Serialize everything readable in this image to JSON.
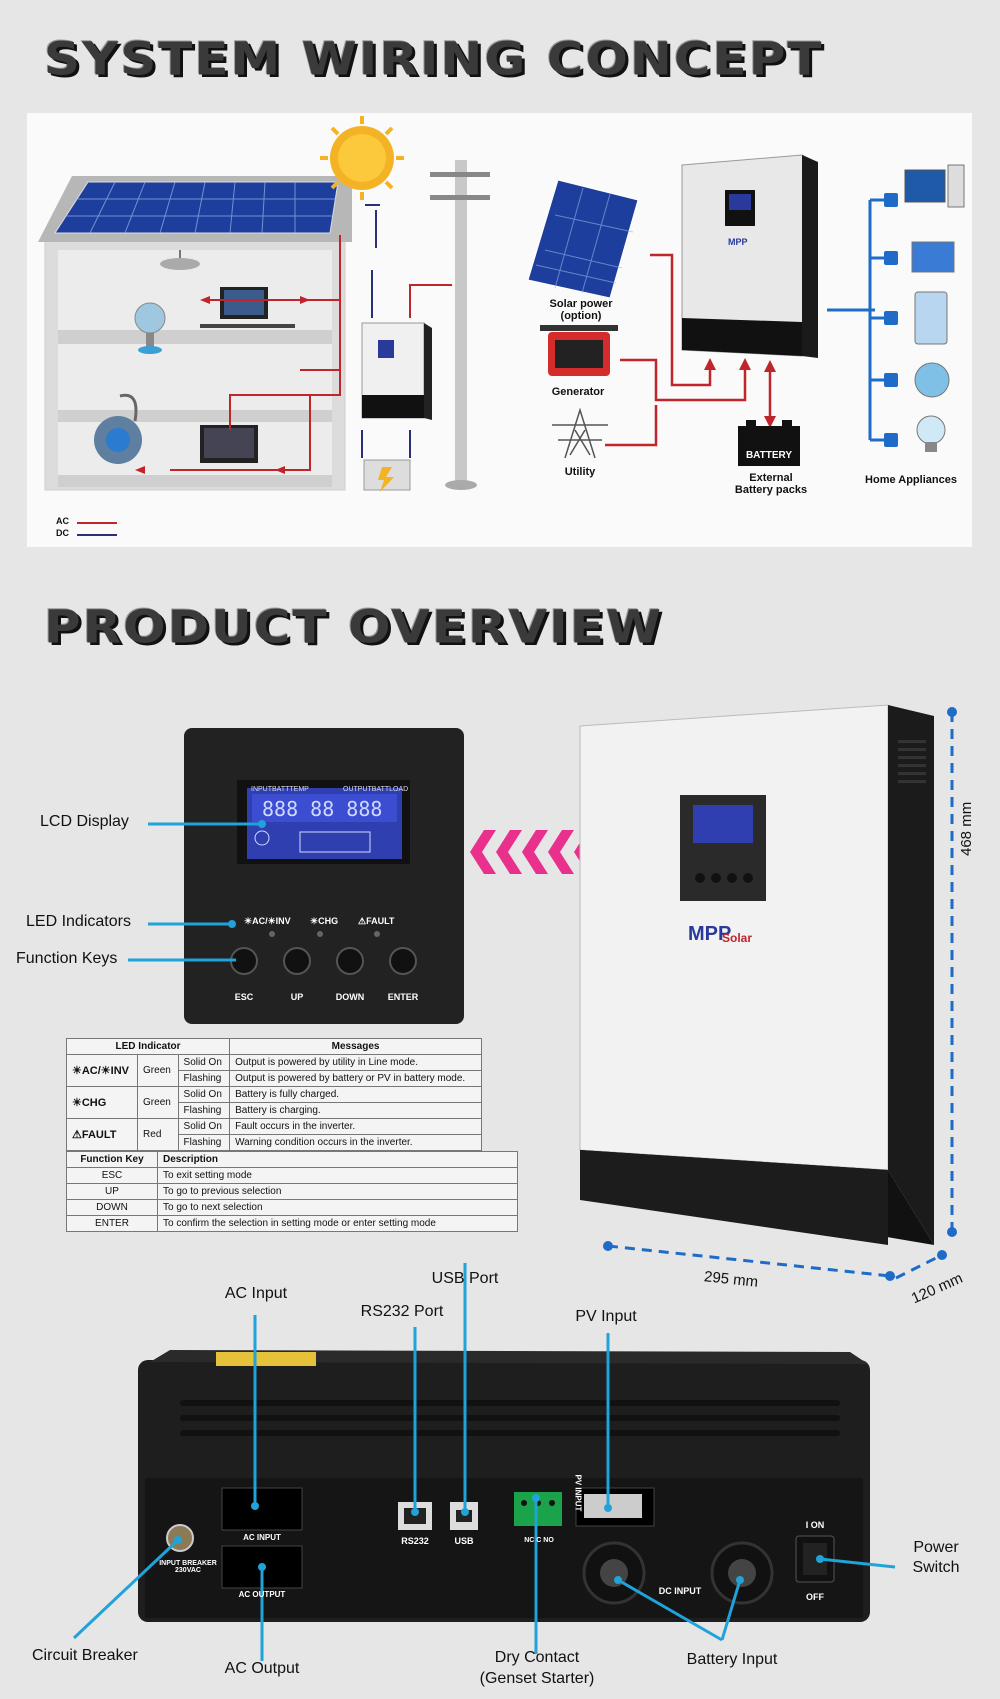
{
  "headings": {
    "system_wiring": "SYSTEM WIRING CONCEPT",
    "product_overview": "PRODUCT OVERVIEW"
  },
  "wiring": {
    "solar_power": "Solar power\n(option)",
    "generator": "Generator",
    "utility": "Utility",
    "battery_label": "BATTERY",
    "external_battery": "External\nBattery packs",
    "home_appliances": "Home Appliances",
    "legend_ac": "AC",
    "legend_dc": "DC",
    "ac_color": "#c0252c",
    "dc_color": "#2a2f7a"
  },
  "front_panel": {
    "lcd_display": "LCD Display",
    "led_indicators": "LED Indicators",
    "function_keys": "Function Keys",
    "led_labels": [
      "☀AC/☀INV",
      "☀CHG",
      "⚠FAULT"
    ],
    "keys": [
      "ESC",
      "UP",
      "DOWN",
      "ENTER"
    ],
    "lcd_top_left": "INPUTBATTTEMP",
    "lcd_top_right": "OUTPUTBATTLOAD"
  },
  "led_table": {
    "headers": [
      "LED Indicator",
      "Messages"
    ],
    "rows": [
      {
        "led": "☀AC/☀INV",
        "color": "Green",
        "state": "Solid On",
        "message": "Output is powered by utility in Line mode."
      },
      {
        "led": "",
        "color": "",
        "state": "Flashing",
        "message": "Output is powered by battery or PV in battery mode."
      },
      {
        "led": "☀CHG",
        "color": "Green",
        "state": "Solid On",
        "message": "Battery is fully charged."
      },
      {
        "led": "",
        "color": "",
        "state": "Flashing",
        "message": "Battery is charging."
      },
      {
        "led": "⚠FAULT",
        "color": "Red",
        "state": "Solid On",
        "message": "Fault occurs in the inverter."
      },
      {
        "led": "",
        "color": "",
        "state": "Flashing",
        "message": "Warning condition occurs in the inverter."
      }
    ]
  },
  "function_key_table": {
    "headers": [
      "Function Key",
      "Description"
    ],
    "rows": [
      {
        "key": "ESC",
        "desc": "To exit setting mode"
      },
      {
        "key": "UP",
        "desc": "To go to previous selection"
      },
      {
        "key": "DOWN",
        "desc": "To go to next selection"
      },
      {
        "key": "ENTER",
        "desc": "To confirm the selection in setting mode or enter setting mode"
      }
    ]
  },
  "device": {
    "brand": "MPP Solar",
    "height": "468 mm",
    "width": "295 mm",
    "depth": "120 mm"
  },
  "bottom_callouts": {
    "ac_input": "AC Input",
    "rs232_port": "RS232 Port",
    "usb_port": "USB Port",
    "pv_input": "PV Input",
    "power_switch": "Power\nSwitch",
    "circuit_breaker": "Circuit Breaker",
    "ac_output": "AC Output",
    "dry_contact": "Dry Contact\n(Genset Starter)",
    "battery_input": "Battery Input"
  },
  "device_bottom_labels": {
    "ac_input": "AC INPUT",
    "ac_output": "AC OUTPUT",
    "rs232": "RS232",
    "usb": "USB",
    "nc_no": "NC C NO",
    "pv_input": "PV INPUT",
    "dc_input": "DC INPUT",
    "breaker": "INPUT BREAKER\n230VAC",
    "on": "I ON",
    "off": "OFF"
  },
  "callout_color": "#1fa3d8"
}
